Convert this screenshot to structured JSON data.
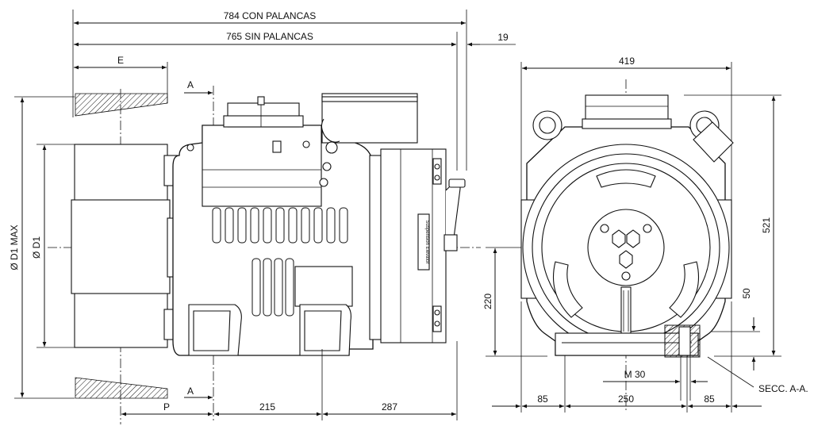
{
  "drawing": {
    "dims": {
      "overall_with_levers": "784 CON PALANCAS",
      "overall_without_levers": "765 SIN PALANCAS",
      "lever_offset": "19",
      "e": "E",
      "p": "P",
      "d215": "215",
      "d287": "287",
      "d1max": "Ø D1 MAX",
      "d1": "Ø D1",
      "section_a_top": "A",
      "section_a_bottom": "A",
      "width_front": "419",
      "height_front": "521",
      "axis_height": "220",
      "base_50": "50",
      "thread": "M 30",
      "base_85_left": "85",
      "base_250": "250",
      "base_85_right": "85",
      "section_label": "SECC. A-A."
    },
    "plate_text": "Suspension Elevator"
  }
}
